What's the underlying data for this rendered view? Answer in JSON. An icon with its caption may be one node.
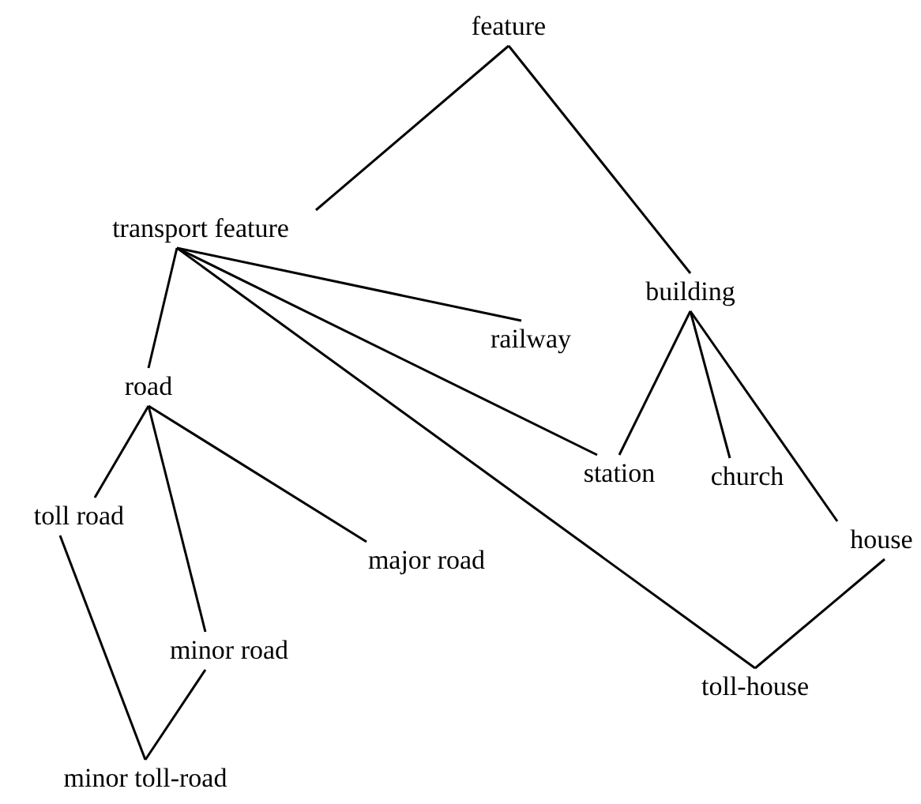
{
  "diagram": {
    "nodes": [
      {
        "text": [
          "feature"
        ]
      },
      {
        "text": [
          "transport feature"
        ]
      },
      {
        "text": [
          "building"
        ]
      },
      {
        "text": [
          "railway"
        ]
      },
      {
        "text": [
          "road"
        ]
      },
      {
        "text": [
          "station"
        ]
      },
      {
        "text": [
          "church"
        ]
      },
      {
        "text": [
          "toll road"
        ]
      },
      {
        "text": [
          "major road"
        ]
      },
      {
        "text": [
          "house"
        ]
      },
      {
        "text": [
          "minor road"
        ]
      },
      {
        "text": [
          "toll-house"
        ]
      },
      {
        "text": [
          "minor toll-road"
        ]
      }
    ],
    "edges": [
      {
        "from": 0,
        "to": 1,
        "arrow": "none"
      },
      {
        "from": 0,
        "to": 2,
        "arrow": "none"
      },
      {
        "from": 1,
        "to": 4,
        "arrow": "none"
      },
      {
        "from": 1,
        "to": 3,
        "arrow": "none"
      },
      {
        "from": 1,
        "to": 5,
        "arrow": "none"
      },
      {
        "from": 1,
        "to": 11,
        "arrow": "none"
      },
      {
        "from": 2,
        "to": 5,
        "arrow": "none"
      },
      {
        "from": 2,
        "to": 6,
        "arrow": "none"
      },
      {
        "from": 2,
        "to": 9,
        "arrow": "none"
      },
      {
        "from": 4,
        "to": 7,
        "arrow": "none"
      },
      {
        "from": 4,
        "to": 8,
        "arrow": "none"
      },
      {
        "from": 4,
        "to": 10,
        "arrow": "none"
      },
      {
        "from": 7,
        "to": 12,
        "arrow": "none"
      },
      {
        "from": 10,
        "to": 12,
        "arrow": "none"
      },
      {
        "from": 9,
        "to": 11,
        "arrow": "none"
      }
    ]
  }
}
